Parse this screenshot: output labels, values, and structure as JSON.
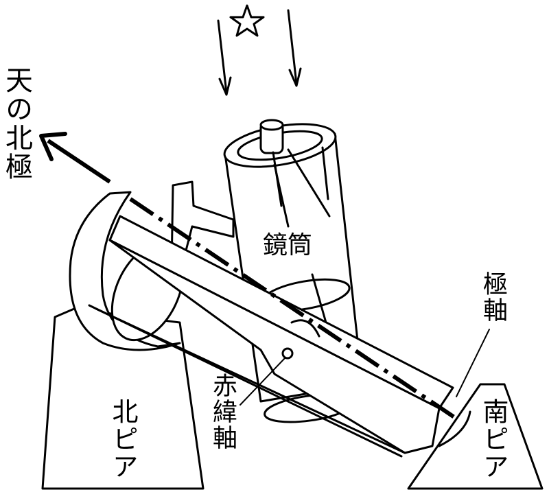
{
  "labels": {
    "north_celestial_pole": "天の北極",
    "tube": "鏡筒",
    "polar_axis": "極軸",
    "declination_axis": "赤緯軸",
    "north_pier": "北ピア",
    "south_pier": "南ピア"
  },
  "icons": {
    "star": "star-outline-icon"
  },
  "colors": {
    "ink": "#000000",
    "background": "#ffffff"
  }
}
